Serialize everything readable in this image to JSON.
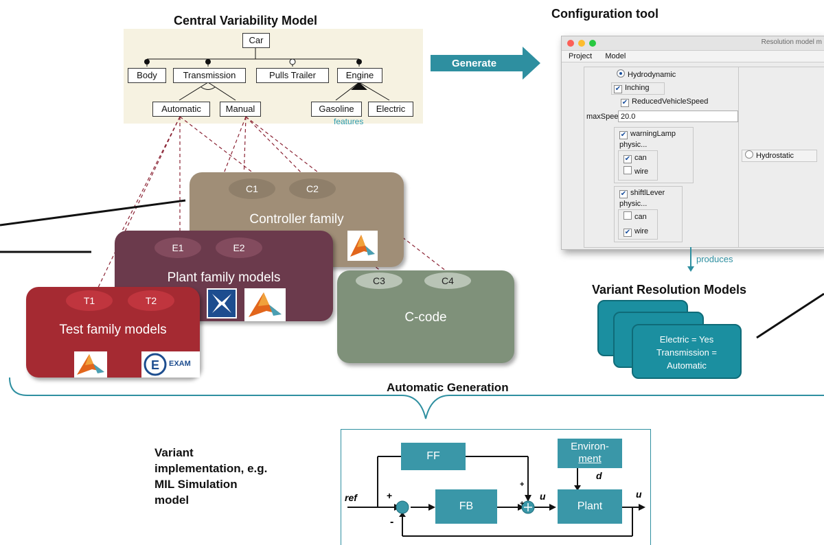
{
  "variability_model": {
    "title": "Central Variability Model",
    "root": "Car",
    "features": [
      "Body",
      "Transmission",
      "Pulls Trailer",
      "Engine"
    ],
    "transmission_children": [
      "Automatic",
      "Manual"
    ],
    "engine_children": [
      "Gasoline",
      "Electric"
    ],
    "features_label": "features"
  },
  "generate_label": "Generate",
  "families": {
    "controller": {
      "label": "Controller family",
      "components": [
        "C1",
        "C2"
      ]
    },
    "plant": {
      "label": "Plant family models",
      "components": [
        "E1",
        "E2"
      ]
    },
    "test": {
      "label": "Test family models",
      "components": [
        "T1",
        "T2"
      ],
      "exam_label": "EXAM"
    },
    "ccode": {
      "label": "C-code",
      "components": [
        "C3",
        "C4"
      ]
    }
  },
  "config_tool": {
    "title": "Configuration tool",
    "window_title": "Resolution model m",
    "menu": [
      "Project",
      "Model"
    ],
    "hydrodynamic": "Hydrodynamic",
    "inching": "Inching",
    "reduced_speed": "ReducedVehicleSpeed",
    "max_speed_label": "maxSpeed",
    "max_speed_value": "20.0",
    "warning_lamp": "warningLamp",
    "physic1": "physic...",
    "can1": "can",
    "wire1": "wire",
    "shift_lever": "shiftlLever",
    "physic2": "physic...",
    "can2": "can",
    "wire2": "wire",
    "hydrostatic": "Hydrostatic"
  },
  "produces_label": "produces",
  "variant_models": {
    "title": "Variant Resolution Models",
    "line1": "Electric = Yes",
    "line2": "Transmission =",
    "line3": "Automatic"
  },
  "automatic_generation": "Automatic Generation",
  "variant_impl": {
    "line1": "Variant",
    "line2": "implementation, e.g.",
    "line3": "MIL Simulation",
    "line4": "model"
  },
  "block_diagram": {
    "ff": "FF",
    "fb": "FB",
    "plant": "Plant",
    "env_line1": "Environ-",
    "env_line2": "ment",
    "ref": "ref",
    "u1": "u",
    "u2": "u",
    "d": "d",
    "plus1": "+",
    "minus": "-",
    "plus2": "+",
    "plus3": "+"
  },
  "colors": {
    "teal": "#2e8fa0",
    "controller": "#a08e77",
    "plant": "#6b3a4c",
    "test": "#a52a32",
    "ccode": "#7f917a"
  }
}
